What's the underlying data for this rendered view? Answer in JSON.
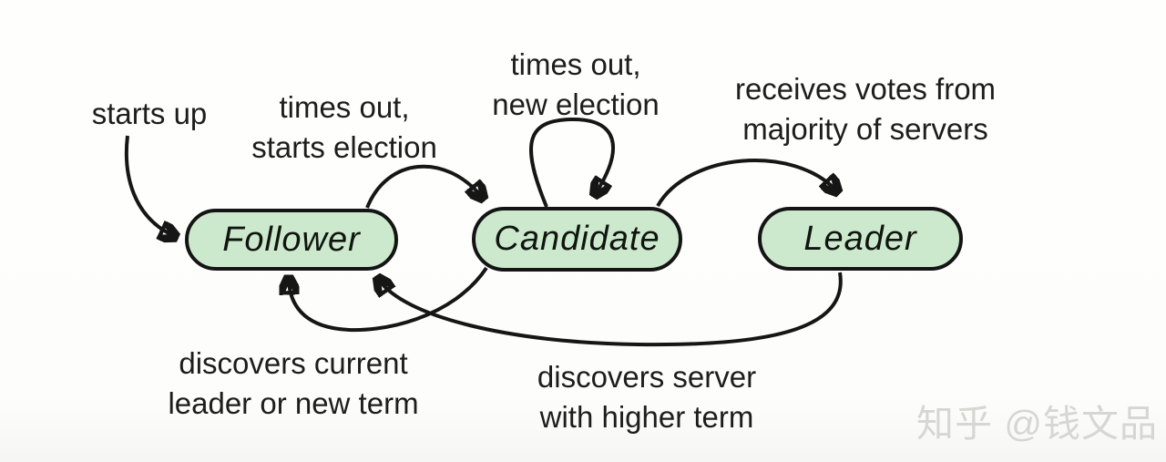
{
  "diagram": {
    "type": "state-machine",
    "nodes": [
      {
        "id": "follower",
        "label": "Follower"
      },
      {
        "id": "candidate",
        "label": "Candidate"
      },
      {
        "id": "leader",
        "label": "Leader"
      }
    ],
    "edges": [
      {
        "from": "start",
        "to": "follower",
        "label": "starts up"
      },
      {
        "from": "follower",
        "to": "candidate",
        "label": "times out,\nstarts election"
      },
      {
        "from": "candidate",
        "to": "candidate",
        "label": "times out,\nnew election"
      },
      {
        "from": "candidate",
        "to": "leader",
        "label": "receives votes from\nmajority of servers"
      },
      {
        "from": "candidate",
        "to": "follower",
        "label": "discovers current\nleader or new term"
      },
      {
        "from": "leader",
        "to": "follower",
        "label": "discovers server\nwith higher term"
      }
    ],
    "colors": {
      "node_fill": "#cde9cd",
      "node_border": "#141414",
      "arrow": "#161616",
      "label_text": "#1d1d1d",
      "background": "#fdfdfc"
    }
  },
  "watermark": {
    "text": "知乎 @钱文品",
    "color": "#d6d6d2"
  }
}
